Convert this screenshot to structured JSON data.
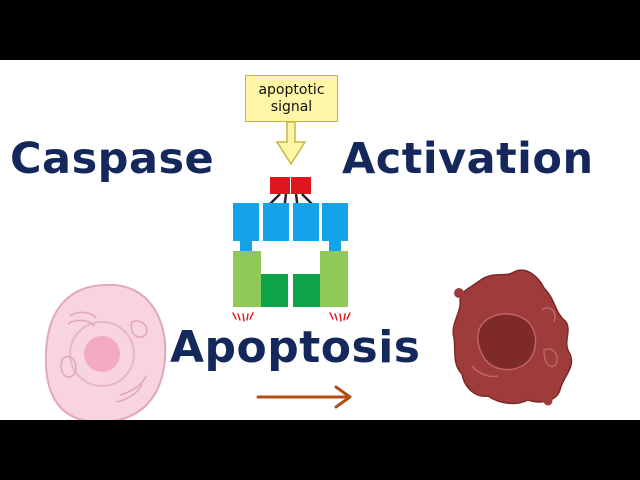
{
  "signal_box": {
    "line1": "apoptotic",
    "line2": "signal"
  },
  "titles": {
    "caspase": "Caspase",
    "activation": "Activation",
    "apoptosis": "Apoptosis"
  },
  "colors": {
    "title": "#14285c",
    "signal_fill": "#fef6a6",
    "receptor_red": "#e0161f",
    "caspase_blue": "#12a3e8",
    "caspase_light_green": "#90c958",
    "caspase_dark_green": "#0da34a",
    "healthy_cell": "#f7d4e0",
    "apoptotic_cell": "#9e3c3c",
    "arrow": "#b04e17"
  }
}
